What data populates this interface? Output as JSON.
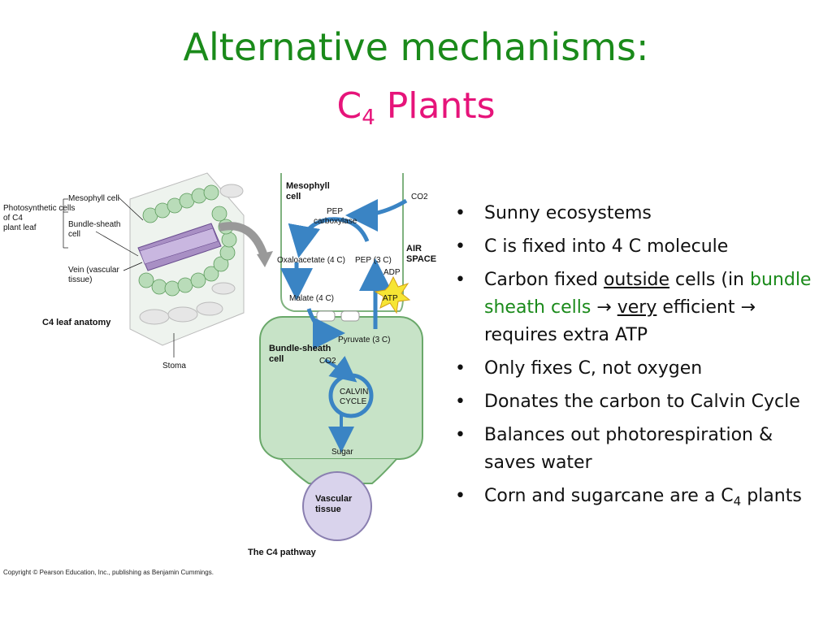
{
  "title": {
    "line1": "Alternative mechanisms:",
    "line2_main": "C",
    "line2_sub": "4",
    "line2_rest": " Plants"
  },
  "colors": {
    "title_green": "#1a8a1a",
    "title_pink": "#e6147a",
    "bundle_green": "#c7e3c7",
    "vascular_purple": "#d9d3ec"
  },
  "bullets": [
    {
      "segments": [
        {
          "text": "Sunny ecosystems"
        }
      ]
    },
    {
      "segments": [
        {
          "text": "C is fixed into 4 C molecule"
        }
      ]
    },
    {
      "segments": [
        {
          "text": "Carbon fixed "
        },
        {
          "text": "outside",
          "style": "u"
        },
        {
          "text": " cells (in "
        },
        {
          "text": "bundle sheath cells",
          "style": "green"
        },
        {
          "text": " → "
        },
        {
          "text": "very",
          "style": "u"
        },
        {
          "text": " efficient → requires extra ATP"
        }
      ]
    },
    {
      "segments": [
        {
          "text": "Only fixes C, not oxygen"
        }
      ]
    },
    {
      "segments": [
        {
          "text": "Donates the carbon to Calvin Cycle"
        }
      ]
    },
    {
      "segments": [
        {
          "text": "Balances out photorespiration & saves water"
        }
      ]
    },
    {
      "segments": [
        {
          "text": "Corn  and sugarcane are a C"
        },
        {
          "text": "4",
          "style": "sub"
        },
        {
          "text": " plants"
        }
      ]
    }
  ],
  "figure": {
    "leaf": {
      "photosynthetic_cells": "Photosynthetic cells of C4 plant leaf",
      "mesophyll_cell": "Mesophyll cell",
      "bundle_sheath_cell": "Bundle-sheath cell",
      "vein": "Vein (vascular tissue)",
      "stoma": "Stoma",
      "caption": "C4 leaf anatomy"
    },
    "pathway": {
      "mesophyll": "Mesophyll cell",
      "co2_top": "CO2",
      "pep_carboxylase": "PEP carboxylase",
      "oxaloacetate": "Oxaloacetate (4 C)",
      "pep": "PEP (3 C)",
      "adp": "ADP",
      "air_space": "AIR SPACE",
      "atp": "ATP",
      "malate": "Malate (4 C)",
      "pyruvate": "Pyruvate (3 C)",
      "bundle_sheath": "Bundle-sheath cell",
      "co2_inner": "CO2",
      "calvin": "CALVIN CYCLE",
      "sugar": "Sugar",
      "vascular": "Vascular tissue",
      "caption": "The C4 pathway"
    }
  },
  "copyright": "Copyright © Pearson Education, Inc., publishing as Benjamin Cummings."
}
